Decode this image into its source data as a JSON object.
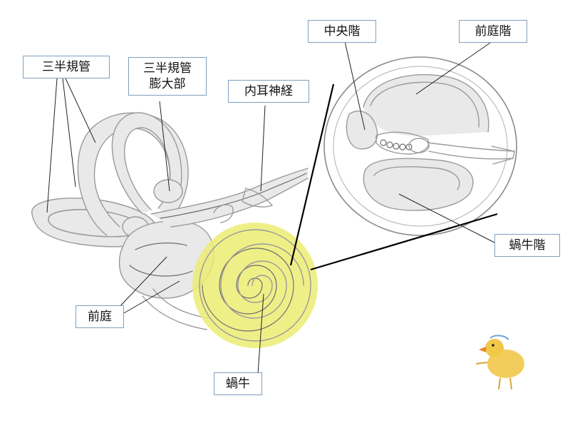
{
  "labels": {
    "semicircular_canals": "三半規管",
    "ampulla_line1": "三半規管",
    "ampulla_line2": "膨大部",
    "inner_ear_nerve": "内耳神経",
    "scala_media": "中央階",
    "scala_vestibuli": "前庭階",
    "scala_tympani": "蝸牛階",
    "vestibule": "前庭",
    "cochlea": "蝸牛"
  },
  "colors": {
    "cochlea_highlight": "#ecec73",
    "label_border": "#7f9fbf",
    "sketch": "#9a9a9a",
    "chick_body": "#f2c84a",
    "chick_beak": "#e08a2a"
  },
  "icons": {
    "mascot": "chick-icon"
  }
}
